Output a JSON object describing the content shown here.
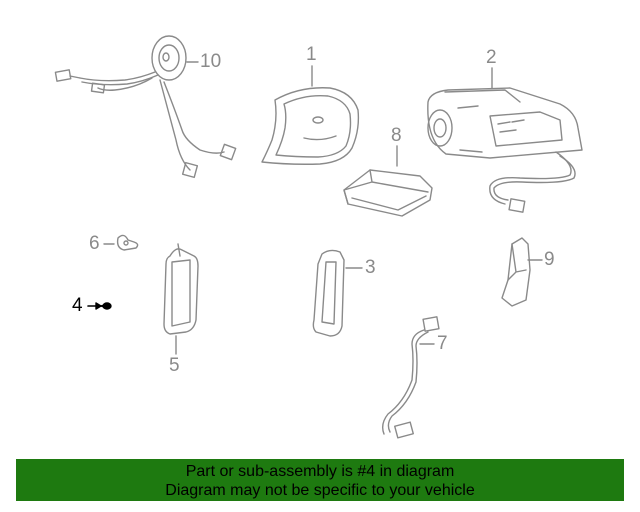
{
  "diagram": {
    "callouts": {
      "c1": "1",
      "c2": "2",
      "c3": "3",
      "c4": "4",
      "c5": "5",
      "c6": "6",
      "c7": "7",
      "c8": "8",
      "c9": "9",
      "c10": "10"
    },
    "highlighted_part": "4",
    "colors": {
      "line": "#8a8a8a",
      "highlight": "#000000",
      "banner": "#1e7a10"
    }
  },
  "banner": {
    "line1": "Part or sub-assembly is #4 in diagram",
    "line2": "Diagram may not be specific to your vehicle"
  }
}
